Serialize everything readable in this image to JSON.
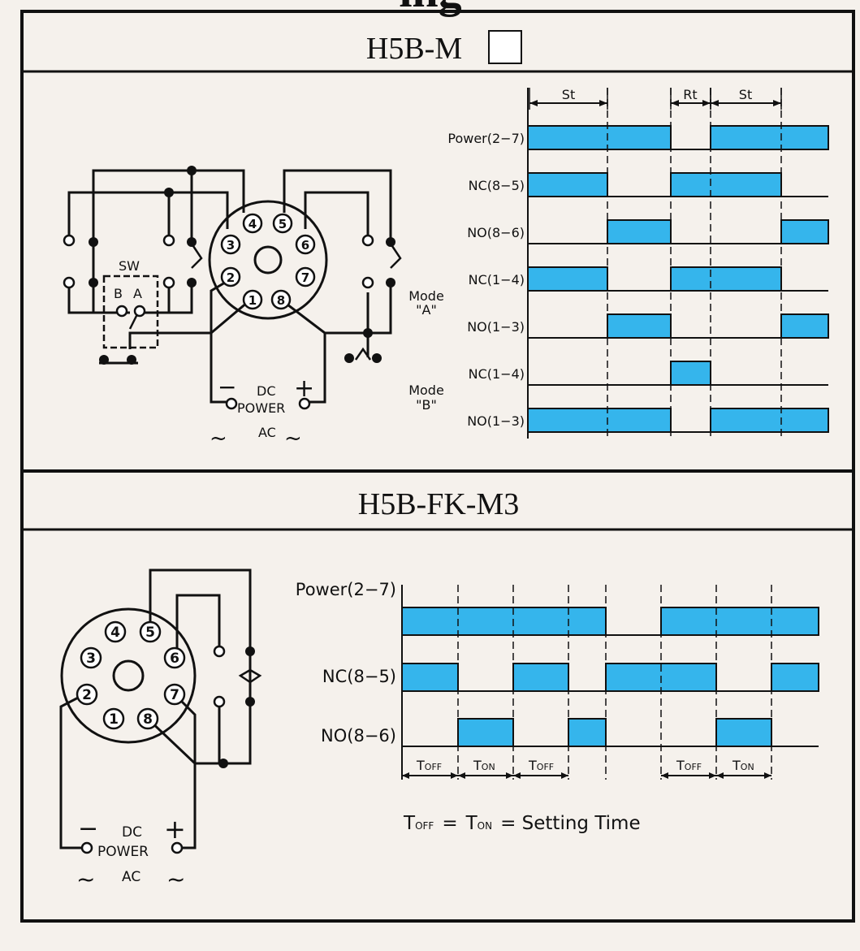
{
  "title_fragment": "ing",
  "sections": [
    {
      "title": "H5B-M"
    },
    {
      "title": "H5B-FK-M3"
    }
  ],
  "colors": {
    "fill": "#35b5ec",
    "line": "#111111",
    "bg": "#f5f1ec"
  },
  "h5b_m": {
    "span_labels": [
      "St",
      "Rt",
      "St"
    ],
    "signals": [
      {
        "label": "Power(2−7)"
      },
      {
        "label": "NC(8−5)"
      },
      {
        "label": "NO(8−6)"
      },
      {
        "label": "NC(1−4)"
      },
      {
        "label": "NO(1−3)"
      },
      {
        "label": "NC(1−4)"
      },
      {
        "label": "NO(1−3)"
      }
    ],
    "mode_a": [
      "Mode",
      "\"A\""
    ],
    "mode_b": [
      "Mode",
      "\"B\""
    ],
    "wiring": {
      "sw": "SW",
      "b": "B",
      "a": "A",
      "dc": "DC",
      "power": "POWER",
      "ac": "AC",
      "pins": [
        "1",
        "2",
        "3",
        "4",
        "5",
        "6",
        "7",
        "8"
      ]
    }
  },
  "h5b_fk_m3": {
    "signals": [
      {
        "label": "Power(2−7)"
      },
      {
        "label": "NC(8−5)"
      },
      {
        "label": "NO(8−6)"
      }
    ],
    "t_labels": [
      {
        "main": "T",
        "sub": "OFF"
      },
      {
        "main": "T",
        "sub": "ON"
      },
      {
        "main": "T",
        "sub": "OFF"
      },
      {
        "main": "T",
        "sub": "OFF"
      },
      {
        "main": "T",
        "sub": "ON"
      }
    ],
    "formula": {
      "t1": "T",
      "s1": "OFF",
      "eq": "=",
      "t2": "T",
      "s2": "ON",
      "rest": "=  Setting  Time"
    },
    "wiring": {
      "dc": "DC",
      "power": "POWER",
      "ac": "AC",
      "pins": [
        "1",
        "2",
        "3",
        "4",
        "5",
        "6",
        "7",
        "8"
      ]
    }
  }
}
